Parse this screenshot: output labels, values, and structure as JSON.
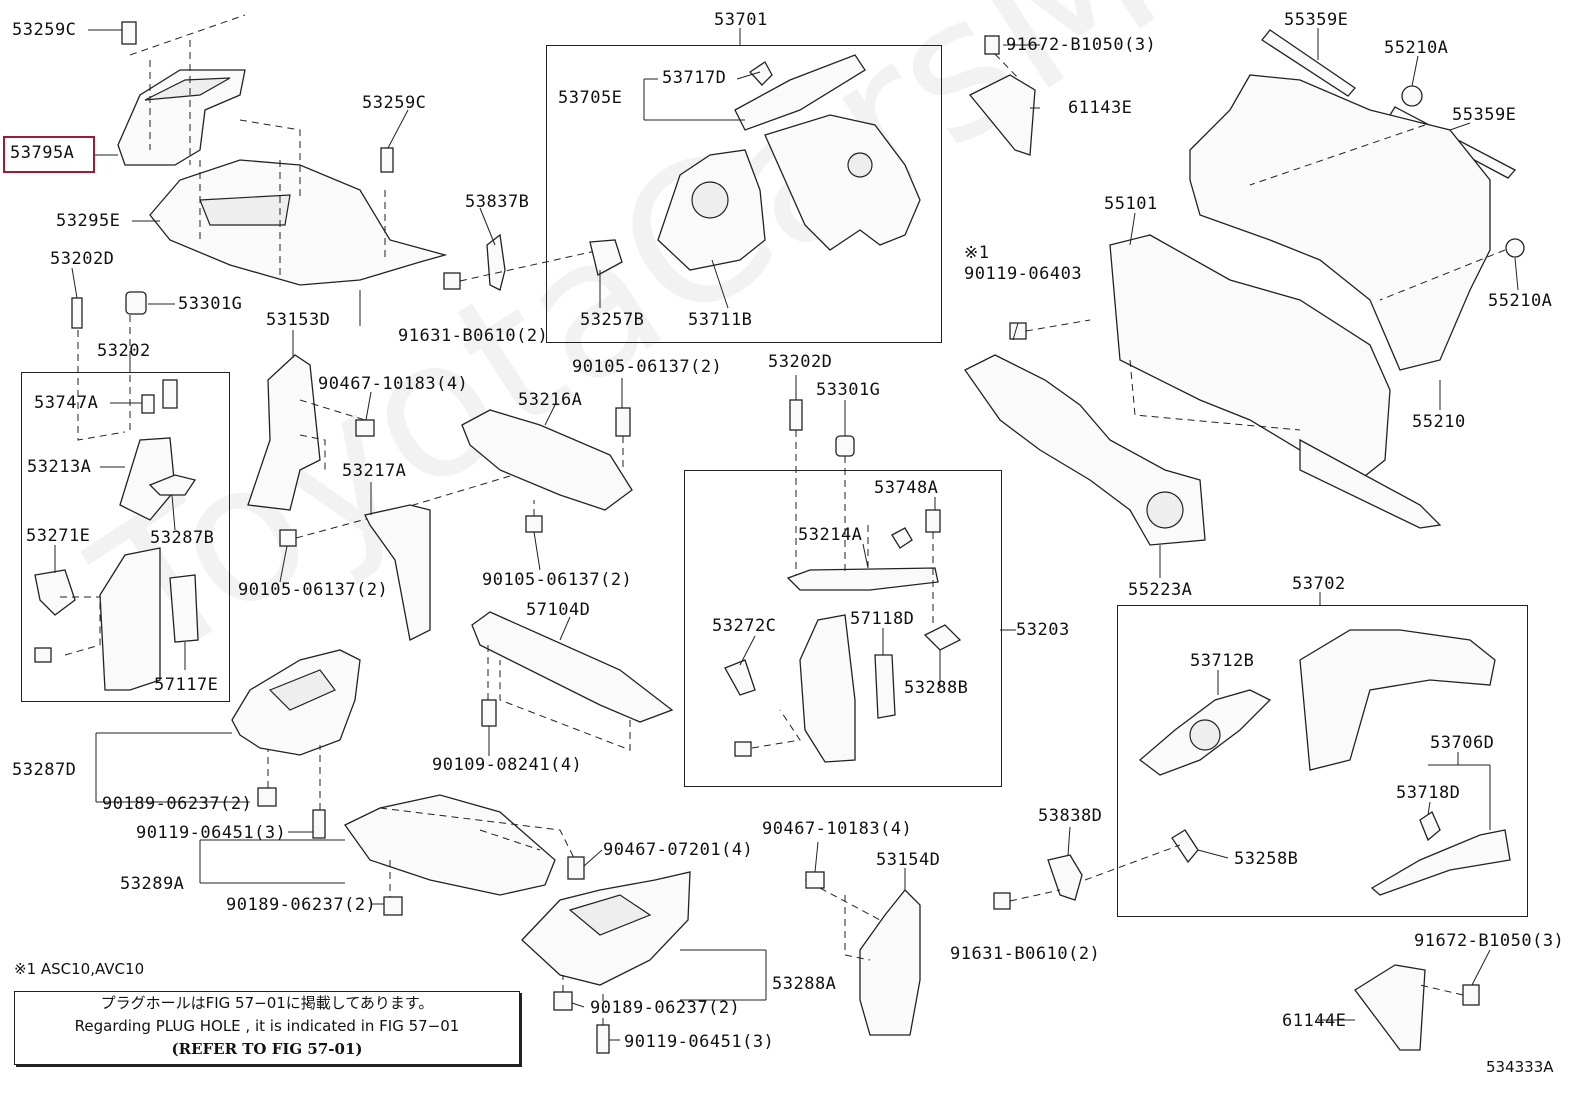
{
  "diagram": {
    "code": "534333A",
    "watermark": "ToyotaCarsMirror",
    "footnote": "※1 ASC10,AVC10",
    "plug_note": {
      "line1": "プラグホールはFIG 57−01に掲載してあります。",
      "line2": "Regarding  PLUG  HOLE , it is indicated in FIG  57−01",
      "line3": "(REFER TO FIG 57-01)"
    },
    "highlighted_part": "53795A",
    "labels": {
      "l53259C_a": "53259C",
      "l53795A": "53795A",
      "l53259C_b": "53259C",
      "l53295E": "53295E",
      "l53202D_a": "53202D",
      "l53301G_a": "53301G",
      "l53202": "53202",
      "l53747A": "53747A",
      "l53213A": "53213A",
      "l53287B": "53287B",
      "l53271E": "53271E",
      "l57117E": "57117E",
      "l53153D": "53153D",
      "l90467_10183_a": "90467-10183(4)",
      "l53217A": "53217A",
      "l90105_06137_a": "90105-06137(2)",
      "l53837B": "53837B",
      "l91631_B0610_a": "91631-B0610(2)",
      "l53701": "53701",
      "l53717D": "53717D",
      "l53705E": "53705E",
      "l53257B": "53257B",
      "l53711B": "53711B",
      "l90105_06137_b": "90105-06137(2)",
      "l53216A": "53216A",
      "l90105_06137_c": "90105-06137(2)",
      "l57104D": "57104D",
      "l90109_08241": "90109-08241(4)",
      "l53287D": "53287D",
      "l90189_06237_a": "90189-06237(2)",
      "l90119_06451_a": "90119-06451(3)",
      "l53289A": "53289A",
      "l90189_06237_b": "90189-06237(2)",
      "l90467_07201": "90467-07201(4)",
      "l53288A": "53288A",
      "l90189_06237_c": "90189-06237(2)",
      "l90119_06451_b": "90119-06451(3)",
      "l53202D_b": "53202D",
      "l53301G_b": "53301G",
      "l53748A": "53748A",
      "l53214A": "53214A",
      "l53272C": "53272C",
      "l57118D": "57118D",
      "l53288B": "53288B",
      "l53203": "53203",
      "l90467_10183_b": "90467-10183(4)",
      "l53154D": "53154D",
      "l91672_B1050_a": "91672-B1050(3)",
      "l61143E": "61143E",
      "l55101": "55101",
      "mark1": "※1",
      "l90119_06403": "90119-06403",
      "l55359E_a": "55359E",
      "l55210A_a": "55210A",
      "l55359E_b": "55359E",
      "l55210A_b": "55210A",
      "l55210": "55210",
      "l55223A": "55223A",
      "l53702": "53702",
      "l53712B": "53712B",
      "l53706D": "53706D",
      "l53718D": "53718D",
      "l53258B": "53258B",
      "l53838D": "53838D",
      "l91631_B0610_b": "91631-B0610(2)",
      "l91672_B1050_b": "91672-B1050(3)",
      "l61144E": "61144E"
    }
  }
}
